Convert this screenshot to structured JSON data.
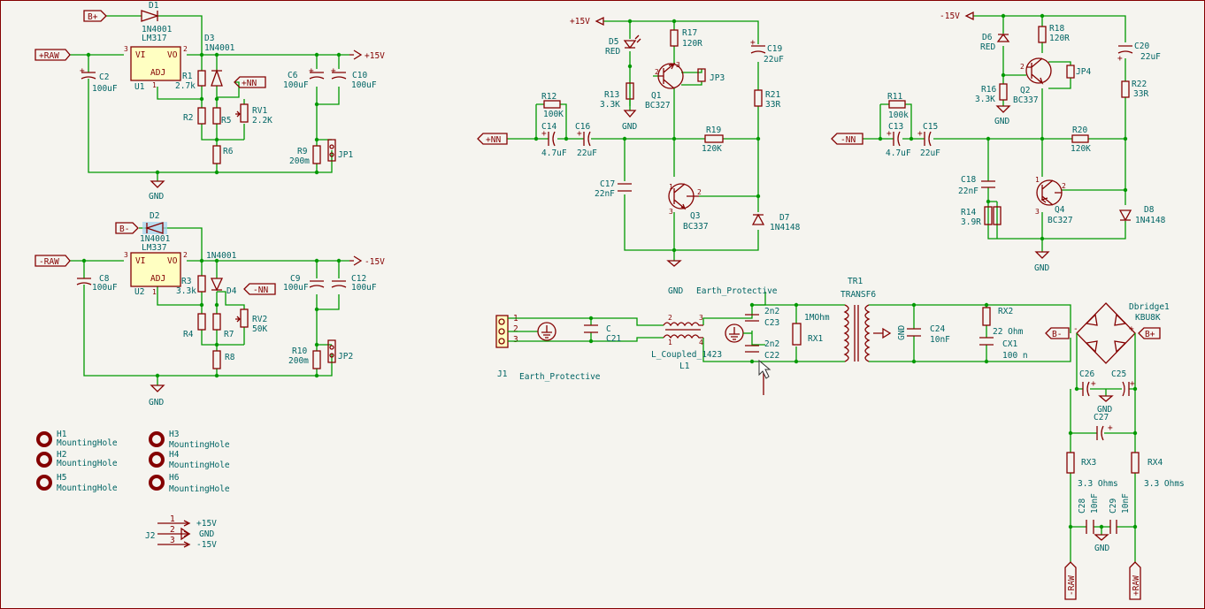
{
  "colors": {
    "background": "#f5f4ef",
    "wire": "#009900",
    "component": "#840000",
    "text": "#006464",
    "label": "#840000",
    "body_fill": "#ffffc2",
    "selection": "#9fd3ef"
  },
  "ps_pos": {
    "title_lines": [],
    "d1": {
      "ref": "D1",
      "value": "1N4001"
    },
    "u1": {
      "ref": "U1",
      "value": "LM317",
      "vi": "VI",
      "vo": "VO",
      "adj": "ADJ",
      "pin1": "1",
      "pin2": "2",
      "pin3": "3"
    },
    "d3": {
      "ref": "D3",
      "value": "1N4001"
    },
    "r1": {
      "ref": "R1",
      "value": "2.7k"
    },
    "r2": {
      "ref": "R2"
    },
    "r5": {
      "ref": "R5"
    },
    "rv1": {
      "ref": "RV1",
      "value": "2.2K"
    },
    "r6": {
      "ref": "R6"
    },
    "c2": {
      "ref": "C2",
      "value": "100uF"
    },
    "c6": {
      "ref": "C6",
      "value": "100uF"
    },
    "c10": {
      "ref": "C10",
      "value": "100uF"
    },
    "r9": {
      "ref": "R9",
      "value": "200m"
    },
    "jp1": {
      "ref": "JP1"
    },
    "raw_label": "+RAW",
    "bplus_label": "B+",
    "nn_label": "+NN",
    "out_label": "+15V",
    "gnd": "GND"
  },
  "ps_neg": {
    "d2": {
      "ref": "D2",
      "value": "1N4001"
    },
    "u2": {
      "ref": "U2",
      "value": "LM337",
      "vi": "VI",
      "vo": "VO",
      "adj": "ADJ",
      "pin1": "1",
      "pin2": "2",
      "pin3": "3"
    },
    "d4_pkg": "1N4001",
    "d4": {
      "ref": "D4"
    },
    "r3": {
      "ref": "R3",
      "value": "3.3k"
    },
    "r4": {
      "ref": "R4"
    },
    "r7": {
      "ref": "R7"
    },
    "rv2": {
      "ref": "RV2",
      "value": "50K"
    },
    "r8": {
      "ref": "R8"
    },
    "c8": {
      "ref": "C8",
      "value": "100uF"
    },
    "c9": {
      "ref": "C9",
      "value": "100uF"
    },
    "c12": {
      "ref": "C12",
      "value": "100uF"
    },
    "r10": {
      "ref": "R10",
      "value": "200m"
    },
    "jp2": {
      "ref": "JP2"
    },
    "raw_label": "-RAW",
    "bminus_label": "B-",
    "nn_label": "-NN",
    "out_label": "-15V",
    "gnd": "GND"
  },
  "mounting_holes": [
    {
      "ref": "H1",
      "value": "MountingHole"
    },
    {
      "ref": "H2",
      "value": "MountingHole"
    },
    {
      "ref": "H5",
      "value": "MountingHole"
    },
    {
      "ref": "H3",
      "value": "MountingHole"
    },
    {
      "ref": "H4",
      "value": "MountingHole"
    },
    {
      "ref": "H6",
      "value": "MountingHole"
    }
  ],
  "j2": {
    "ref": "J2",
    "pins": [
      "1",
      "2",
      "3"
    ],
    "nets": [
      "+15V",
      "GND",
      "-15V"
    ]
  },
  "amp_pos": {
    "supply": "+15V",
    "d5": {
      "ref": "D5",
      "value": "RED"
    },
    "r17": {
      "ref": "R17",
      "value": "120R"
    },
    "c19": {
      "ref": "C19",
      "value": "22uF"
    },
    "q1": {
      "ref": "Q1",
      "value": "BC327"
    },
    "jp3": {
      "ref": "JP3"
    },
    "r13": {
      "ref": "R13",
      "value": "3.3K"
    },
    "r21": {
      "ref": "R21",
      "value": "33R"
    },
    "r12": {
      "ref": "R12",
      "value": "100K"
    },
    "c14": {
      "ref": "C14",
      "value": "4.7uF"
    },
    "c16": {
      "ref": "C16",
      "value": "22uF"
    },
    "r19": {
      "ref": "R19",
      "value": "120K"
    },
    "c17": {
      "ref": "C17",
      "value": "22nF"
    },
    "q3": {
      "ref": "Q3",
      "value": "BC337"
    },
    "d7": {
      "ref": "D7",
      "value": "1N4148"
    },
    "in_label": "+NN",
    "gnd": "GND"
  },
  "amp_neg": {
    "supply": "-15V",
    "d6": {
      "ref": "D6",
      "value": "RED"
    },
    "r18": {
      "ref": "R18",
      "value": "120R"
    },
    "c20": {
      "ref": "C20",
      "value": "22uF"
    },
    "q2": {
      "ref": "Q2",
      "value": "BC337"
    },
    "jp4": {
      "ref": "JP4"
    },
    "r16": {
      "ref": "R16",
      "value": "3.3K"
    },
    "r22": {
      "ref": "R22",
      "value": "33R"
    },
    "r11": {
      "ref": "R11",
      "value": "100k"
    },
    "c13": {
      "ref": "C13",
      "value": "4.7uF"
    },
    "c15": {
      "ref": "C15",
      "value": "22uF"
    },
    "r20": {
      "ref": "R20",
      "value": "120K"
    },
    "c18": {
      "ref": "C18",
      "value": "22nF"
    },
    "r14": {
      "ref": "R14",
      "value": "3.9R"
    },
    "q4": {
      "ref": "Q4",
      "value": "BC327"
    },
    "d8": {
      "ref": "D8",
      "value": "1N4148"
    },
    "in_label": "-NN",
    "gnd": "GND"
  },
  "mains": {
    "j1": {
      "ref": "J1",
      "pins": [
        "1",
        "2",
        "3"
      ]
    },
    "earth1": "Earth_Protective",
    "earth2": "Earth_Protective",
    "gnd_top": "GND",
    "c21": {
      "ref": "C21",
      "value": "C"
    },
    "l1": {
      "ref": "L1",
      "value": "L_Coupled_1423",
      "pins": [
        "2",
        "3",
        "1",
        "4"
      ]
    },
    "c23": {
      "ref": "C23",
      "value": "2n2"
    },
    "c22": {
      "ref": "C22",
      "value": "2n2"
    },
    "rx1": {
      "ref": "RX1",
      "value": "1MOhm"
    },
    "tr1": {
      "ref": "TR1",
      "value": "TRANSF6"
    },
    "gnd_tr": "GND",
    "c24": {
      "ref": "C24",
      "value": "10nF"
    },
    "rx2": {
      "ref": "RX2",
      "value": "22 Ohm"
    },
    "cx1": {
      "ref": "CX1",
      "value": "100 n"
    },
    "bridge": {
      "ref": "Dbridge1",
      "value": "KBU8K",
      "minus": "-",
      "plus": "+"
    },
    "bminus": "B-",
    "bplus": "B+",
    "c26": {
      "ref": "C26"
    },
    "c25": {
      "ref": "C25"
    },
    "gnd_mid": "GND",
    "c27": {
      "ref": "C27"
    },
    "rx3": {
      "ref": "RX3",
      "value": "3.3 Ohms"
    },
    "rx4": {
      "ref": "RX4",
      "value": "3.3 Ohms"
    },
    "c28": {
      "ref": "C28",
      "value": "10nF"
    },
    "c29": {
      "ref": "C29",
      "value": "10nF"
    },
    "gnd_bot": "GND",
    "raw_neg": "-RAW",
    "raw_pos": "+RAW"
  }
}
